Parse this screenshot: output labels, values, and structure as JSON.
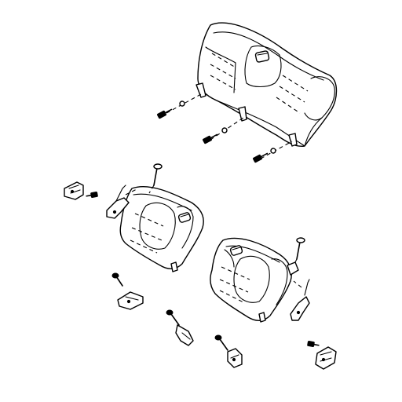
{
  "diagram": {
    "background_color": "#ffffff",
    "line_color": "#000000",
    "parts": [
      "rear-seatback-assembly",
      "left-seat-cushion",
      "right-seat-cushion",
      "bolts",
      "clips",
      "brackets",
      "latches"
    ]
  }
}
